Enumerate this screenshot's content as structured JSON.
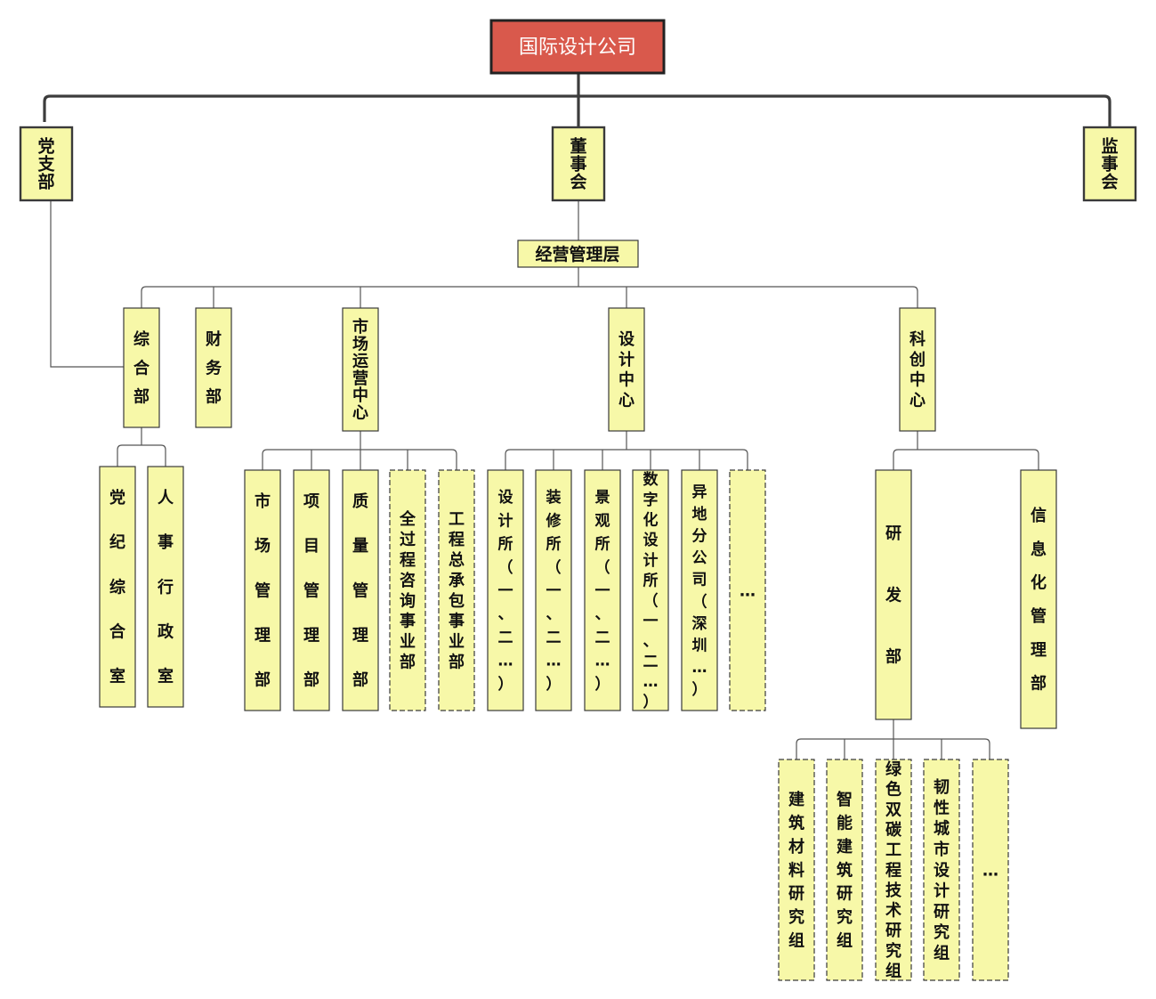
{
  "title": "国际设计公司",
  "nodes": {
    "dangzhibu": "党支部",
    "dongshihui": "董事会",
    "jianshihui": "监事会",
    "jingying": "经营管理层",
    "zonghebu": "综合部",
    "caiwubu": "财务部",
    "shichang": "市场运营中心",
    "sheji": "设计中心",
    "kechuang": "科创中心",
    "dangji": "党纪综合室",
    "renshi": "人事行政室",
    "scglb": "市场管理部",
    "xmglb": "项目管理部",
    "zlglb": "质量管理部",
    "qgczx": "全过程咨询事业部",
    "gczcb": "工程总承包事业部",
    "sjs": "设计所（一、二…）",
    "zxs": "装修所（一、二…）",
    "jgs": "景观所（一、二…）",
    "szh": "数字化设计所（一、二…）",
    "ydfgs": "异地分公司（深圳…）",
    "sheji_more": "…",
    "yfb": "研发部",
    "xxh": "信息化管理部",
    "jzcl": "建筑材料研究组",
    "znjz": "智能建筑研究组",
    "lsst": "绿色双碳工程技术研究组",
    "rxcs": "韧性城市设计研究组",
    "yf_more": "…"
  },
  "colors": {
    "root_fill": "#d9594c",
    "node_fill": "#f7f8a8",
    "line": "#3c3c3c"
  }
}
